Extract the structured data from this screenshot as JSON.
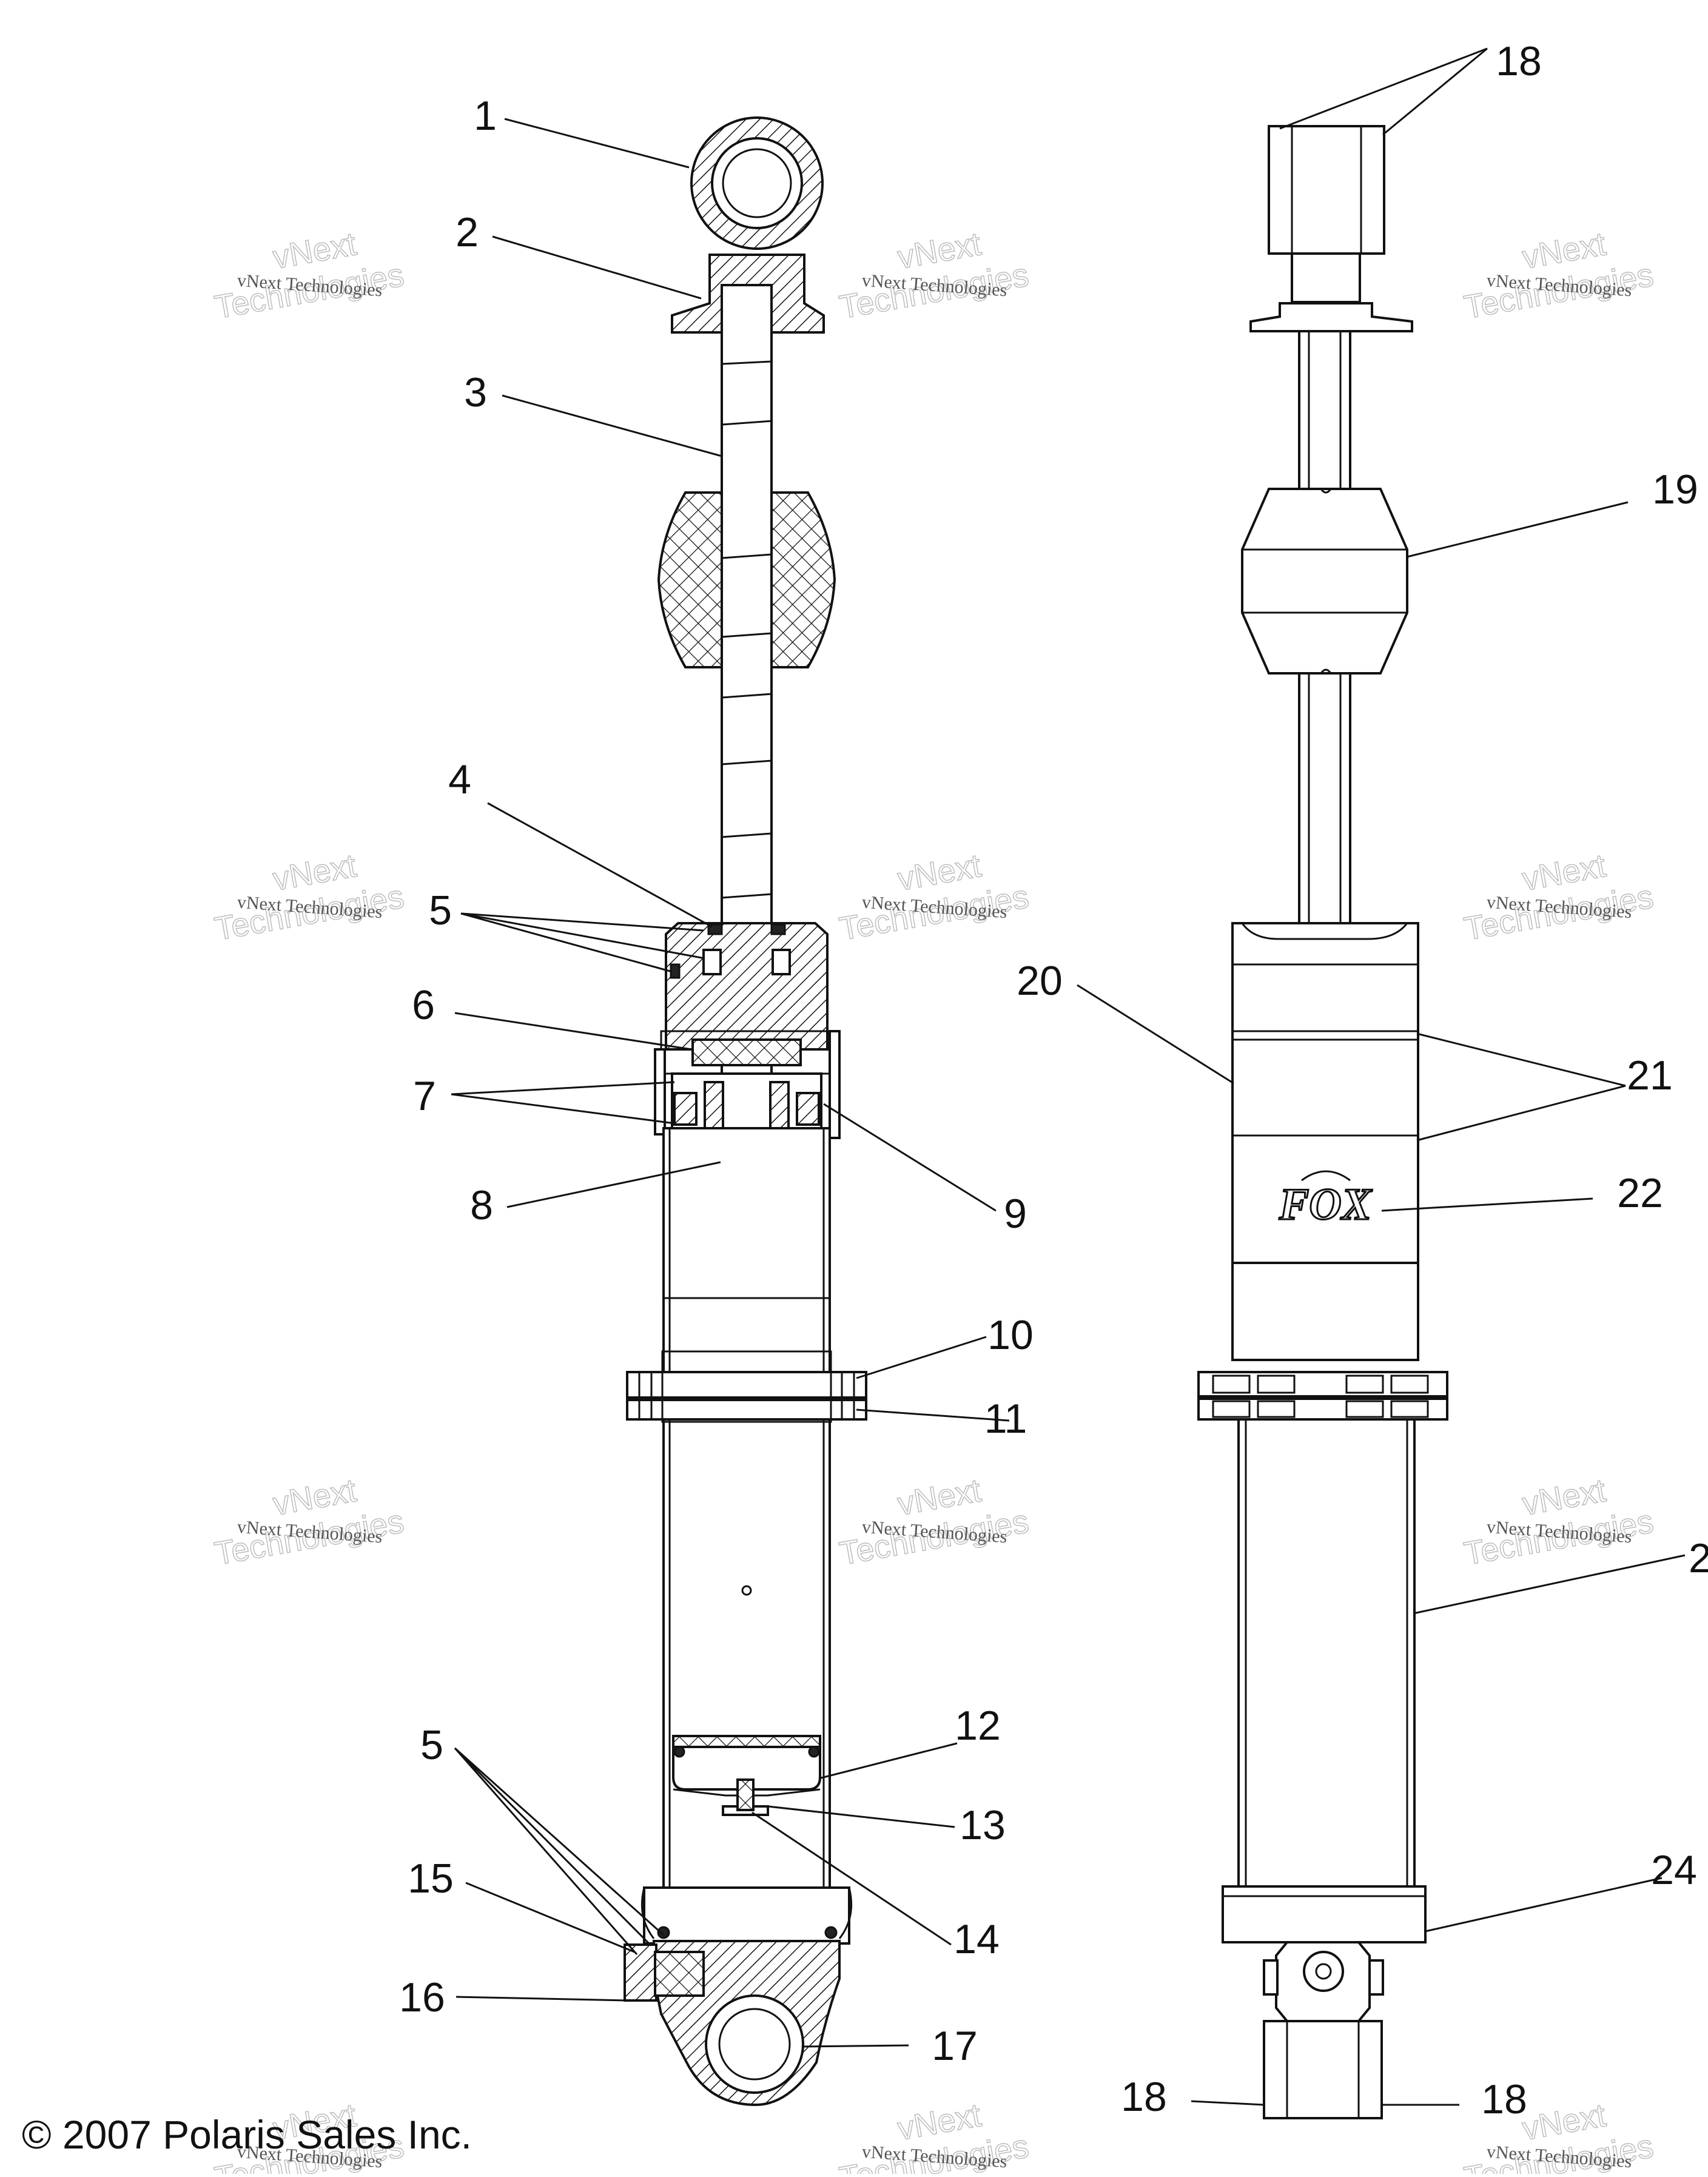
{
  "callouts": [
    {
      "id": "c1",
      "label": "1"
    },
    {
      "id": "c2",
      "label": "2"
    },
    {
      "id": "c3",
      "label": "3"
    },
    {
      "id": "c4",
      "label": "4"
    },
    {
      "id": "c5a",
      "label": "5"
    },
    {
      "id": "c6",
      "label": "6"
    },
    {
      "id": "c7",
      "label": "7"
    },
    {
      "id": "c8",
      "label": "8"
    },
    {
      "id": "c9",
      "label": "9"
    },
    {
      "id": "c10",
      "label": "10"
    },
    {
      "id": "c11",
      "label": "11"
    },
    {
      "id": "c5b",
      "label": "5"
    },
    {
      "id": "c12",
      "label": "12"
    },
    {
      "id": "c13",
      "label": "13"
    },
    {
      "id": "c14",
      "label": "14"
    },
    {
      "id": "c15",
      "label": "15"
    },
    {
      "id": "c16",
      "label": "16"
    },
    {
      "id": "c17",
      "label": "17"
    },
    {
      "id": "c18a",
      "label": "18"
    },
    {
      "id": "c19",
      "label": "19"
    },
    {
      "id": "c20",
      "label": "20"
    },
    {
      "id": "c21",
      "label": "21"
    },
    {
      "id": "c22",
      "label": "22"
    },
    {
      "id": "c23",
      "label": "2"
    },
    {
      "id": "c24",
      "label": "24"
    },
    {
      "id": "c18b",
      "label": "18"
    },
    {
      "id": "c18c",
      "label": "18"
    }
  ],
  "copyright": "© 2007 Polaris Sales Inc.",
  "watermark": {
    "line1": "vNext Technologies",
    "line2a": "vNext",
    "line2b": "Technologies"
  },
  "brand_logo_text": "FOX"
}
